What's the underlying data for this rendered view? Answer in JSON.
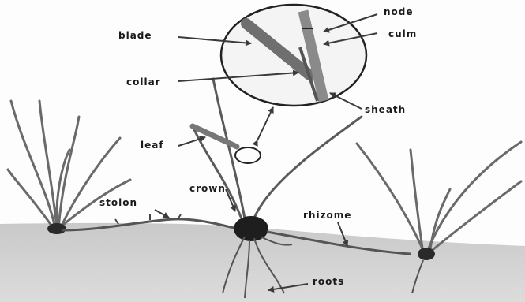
{
  "labels": {
    "node": "node",
    "culm": "culm",
    "blade": "blade",
    "collar": "collar",
    "sheath": "sheath",
    "leaf": "leaf",
    "crown": "crown",
    "stolon": "stolon",
    "rhizome": "rhizome",
    "roots": "roots"
  }
}
